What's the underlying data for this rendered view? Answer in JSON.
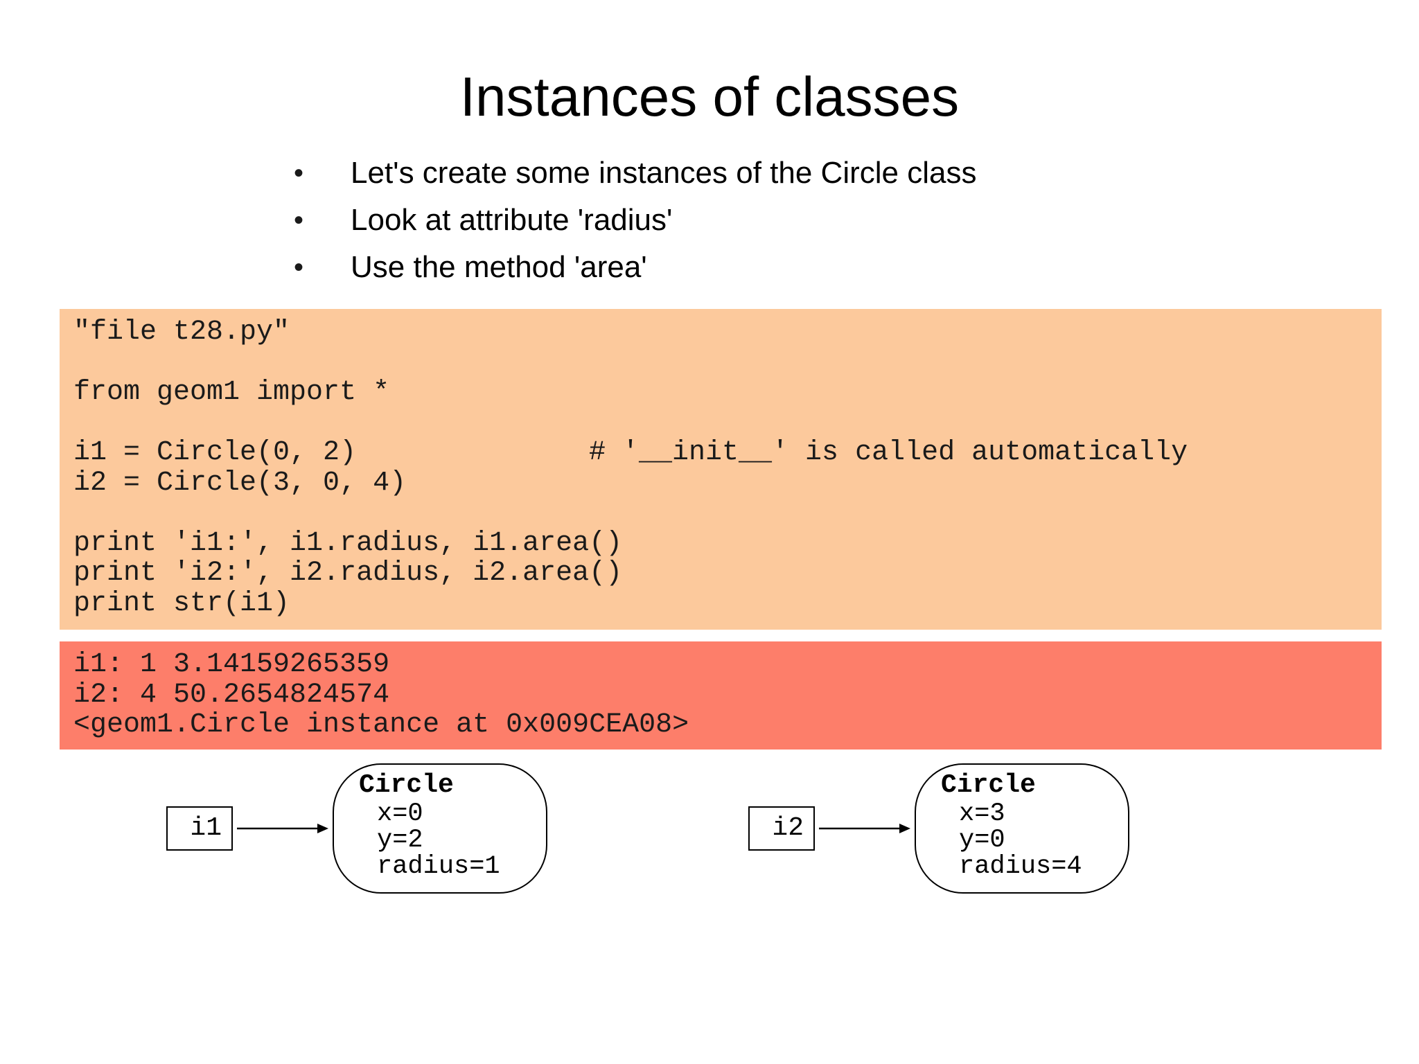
{
  "title": "Instances of classes",
  "bullet_glyph": "•",
  "bullets": [
    "Let's create some instances of the Circle class",
    "Look at attribute 'radius'",
    "Use the method 'area'"
  ],
  "code": {
    "background": "#fcc99c",
    "lines": [
      "\"file t28.py\"",
      "",
      "from geom1 import *",
      "",
      "i1 = Circle(0, 2)",
      "i2 = Circle(3, 0, 4)",
      "",
      "print 'i1:', i1.radius, i1.area()",
      "print 'i2:', i2.radius, i2.area()",
      "print str(i1)"
    ],
    "comment": "# '__init__' is called automatically"
  },
  "output": {
    "background": "#fd7e6a",
    "lines": [
      "i1: 1 3.14159265359",
      "i2: 4 50.2654824574",
      "<geom1.Circle instance at 0x009CEA08>"
    ]
  },
  "diagram": {
    "instances": [
      {
        "variable": "i1",
        "class_name": "Circle",
        "attributes": [
          "x=0",
          "y=2",
          "radius=1"
        ]
      },
      {
        "variable": "i2",
        "class_name": "Circle",
        "attributes": [
          "x=3",
          "y=0",
          "radius=4"
        ]
      }
    ]
  }
}
